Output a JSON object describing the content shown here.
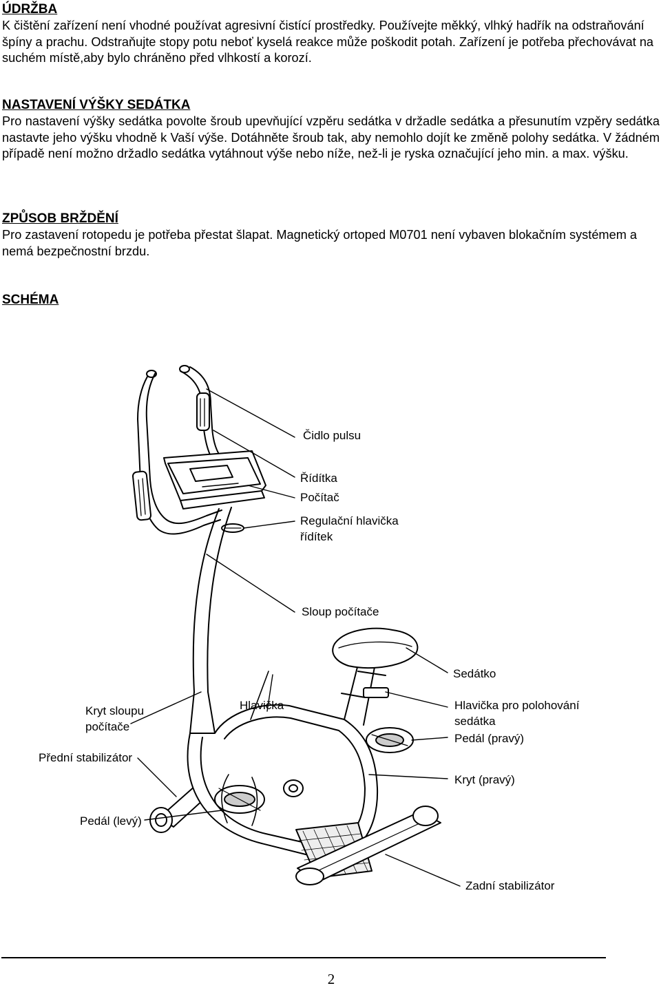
{
  "sections": {
    "maintenance": {
      "title": "ÚDRŽBA",
      "text": "K čištění zařízení není vhodné používat agresivní čistící prostředky. Používejte měkký, vlhký hadřík na odstraňování špíny a prachu. Odstraňujte stopy potu neboť kyselá reakce může poškodit potah. Zařízení je potřeba přechovávat na suchém místě,aby bylo chráněno před vlhkostí a korozí."
    },
    "seat_height": {
      "title": "NASTAVENÍ VÝŠKY SEDÁTKA",
      "text": "Pro nastavení výšky sedátka povolte šroub upevňující vzpěru sedátka v držadle sedátka a přesunutím vzpěry sedátka nastavte jeho výšku vhodně k Vaší výše. Dotáhněte šroub tak, aby nemohlo dojít ke změně polohy sedátka. V žádném případě není možno držadlo sedátka vytáhnout výše nebo níže, než-li je ryska označující jeho min. a max. výšku."
    },
    "braking": {
      "title": "ZPŮSOB BRŽDĚNÍ",
      "text": "Pro zastavení rotopedu je potřeba přestat šlapat. Magnetický ortoped M0701 není vybaven blokačním systémem a nemá bezpečnostní brzdu."
    },
    "schema": {
      "title": "SCHÉMA"
    }
  },
  "diagram": {
    "labels": {
      "pulse_sensor": "Čidlo pulsu",
      "handlebars": "Řídítka",
      "computer": "Počítač",
      "handlebar_knob": [
        "Regulační hlavička",
        "řídítek"
      ],
      "computer_column": "Sloup počítače",
      "seat": "Sedátko",
      "column_cover": [
        "Kryt sloupu",
        "počítače"
      ],
      "knob": "Hlavička",
      "seat_knob": [
        "Hlavička pro polohování",
        "sedátka"
      ],
      "pedal_right": "Pedál (pravý)",
      "front_stabilizer": "Přední stabilizátor",
      "cover_right": "Kryt (pravý)",
      "pedal_left": "Pedál (levý)",
      "rear_stabilizer": "Zadní stabilizátor"
    }
  },
  "footer": {
    "page_number": "2"
  }
}
